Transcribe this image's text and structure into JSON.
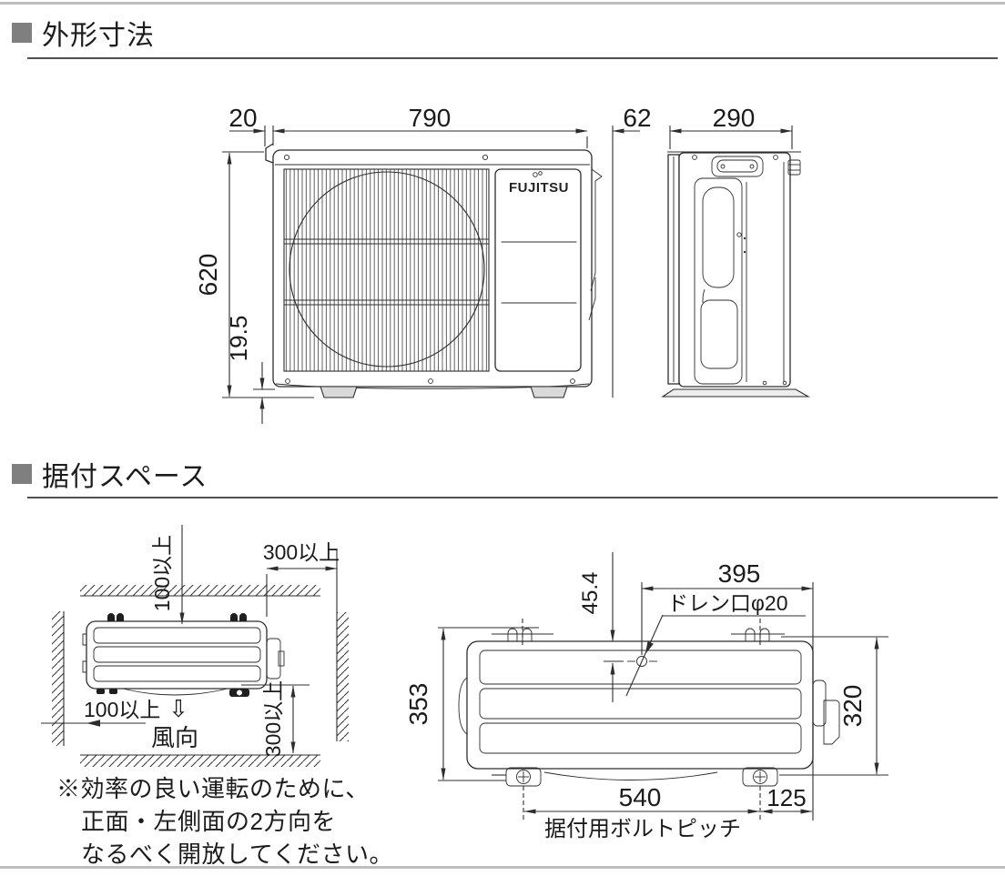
{
  "sections": [
    {
      "title": "外形寸法"
    },
    {
      "title": "据付スペース"
    }
  ],
  "brand_logo": "FUJITSU",
  "outline_dims": {
    "back_offset": "20",
    "width": "790",
    "side_protrusion": "62",
    "depth": "290",
    "height": "620",
    "base_height": "19.5"
  },
  "install_top_view": {
    "rear_clearance": "100以上",
    "right_clearance": "300以上",
    "left_clearance": "100以上",
    "front_clearance": "300以上",
    "wind_arrow": "⇩",
    "wind_label": "風向"
  },
  "install_bottom_view": {
    "overall_depth": "353",
    "bolt_depth": "320",
    "drain_offset_x": "395",
    "drain_offset_y": "45.4",
    "drain_label": "ドレン口φ20",
    "bolt_pitch": "540",
    "bolt_edge": "125",
    "bolt_pitch_caption": "据付用ボルトピッチ"
  },
  "note": {
    "line1": "※効率の良い運転のために、",
    "line2": "正面・左側面の2方向を",
    "line3": "なるべく開放してください。"
  },
  "colors": {
    "line": "#2d2d2d",
    "accent_square": "#7f7f7f"
  }
}
